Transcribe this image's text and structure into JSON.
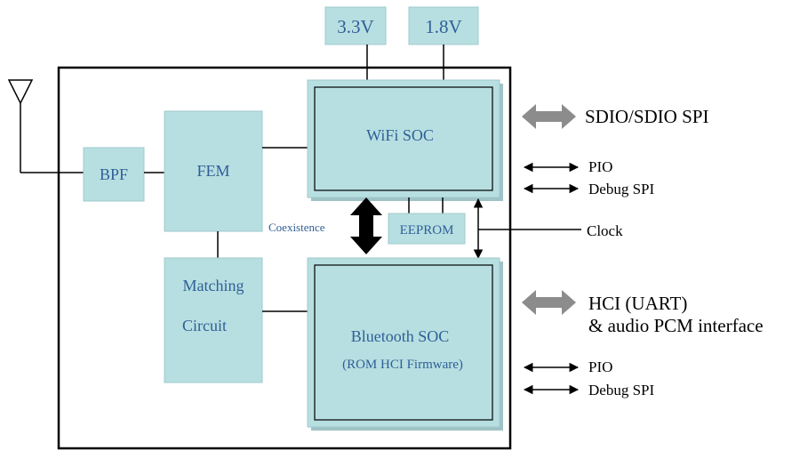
{
  "diagram": {
    "blocks": {
      "v33": "3.3V",
      "v18": "1.8V",
      "bpf": "BPF",
      "fem": "FEM",
      "matching_line1": "Matching",
      "matching_line2": "Circuit",
      "wifi": "WiFi SOC",
      "bt_line1": "Bluetooth SOC",
      "bt_line2": "(ROM HCI Firmware)",
      "eeprom": "EEPROM"
    },
    "labels": {
      "coexistence": "Coexistence"
    },
    "signals": {
      "sdio": "SDIO/SDIO SPI",
      "pio_top": "PIO",
      "debug_spi_top": "Debug SPI",
      "clock": "Clock",
      "hci_line1": "HCI (UART)",
      "hci_line2": "& audio PCM interface",
      "pio_bottom": "PIO",
      "debug_spi_bottom": "Debug SPI"
    },
    "colors": {
      "block_fill": "#b7dfe1",
      "block_text": "#2f5f96",
      "bus_arrow": "#8c8c8c"
    }
  }
}
